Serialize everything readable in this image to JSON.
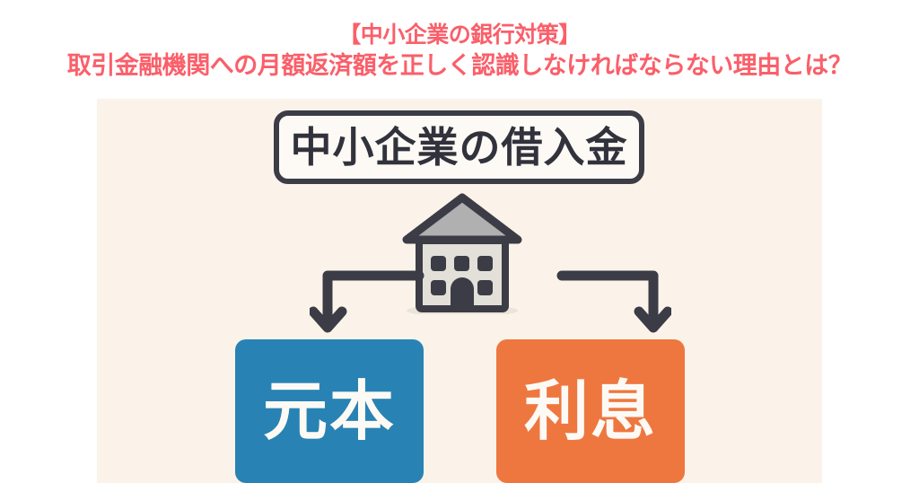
{
  "headline": {
    "line1": "【中小企業の銀行対策】",
    "line2": "取引金融機関への月額返済額を正しく認識しなければならない理由とは？",
    "color": "#fa5f6a"
  },
  "panel": {
    "background_color": "#fbf3e9",
    "label_box": {
      "text": "中小企業の借入金",
      "fill_color": "#fdfaf5",
      "border_color": "#3c3c46",
      "text_color": "#32323c"
    },
    "house_icon": {
      "name": "house-icon",
      "roof_color": "#b0b0b0",
      "wall_color": "#e2e0d8",
      "outline_color": "#3c3c46"
    },
    "arrows": {
      "left": {
        "name": "arrow-down-left",
        "color": "#3c3c46"
      },
      "right": {
        "name": "arrow-down-right",
        "color": "#3c3c46"
      }
    },
    "results": [
      {
        "label": "元本",
        "color": "#2883b4",
        "text_color": "#fdfaf5"
      },
      {
        "label": "利息",
        "color": "#ee7740",
        "text_color": "#fdfaf5"
      }
    ]
  }
}
